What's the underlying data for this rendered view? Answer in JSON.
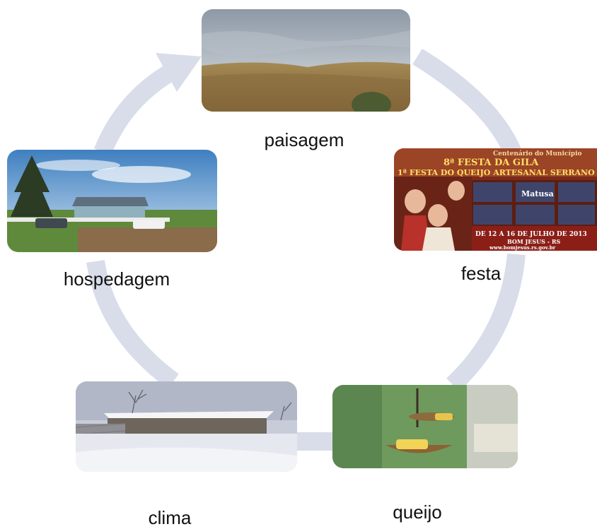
{
  "diagram": {
    "type": "cycle",
    "ring_color": "#d8dde9",
    "nodes": [
      {
        "id": "paisagem",
        "label": "paisagem"
      },
      {
        "id": "festa",
        "label": "festa"
      },
      {
        "id": "queijo",
        "label": "queijo"
      },
      {
        "id": "clima",
        "label": "clima"
      },
      {
        "id": "hospedagem",
        "label": "hospedagem"
      }
    ]
  },
  "poster": {
    "line1": "Centenário do Município",
    "line2": "8ª FESTA DA GILA",
    "line3": "1ª FESTA DO QUEIJO ARTESANAL SERRANO",
    "line4": "DE 12 A 16 DE JULHO DE 2013",
    "line5": "BOM JESUS - RS",
    "url": "www.bomjesus.rs.gov.br",
    "badge": "Matusa"
  }
}
